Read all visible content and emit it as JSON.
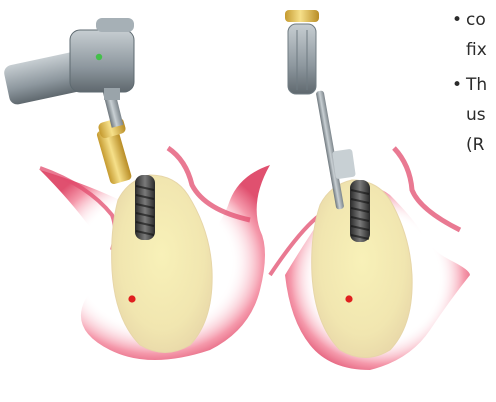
{
  "bullets": [
    {
      "lines": [
        "co",
        "fix"
      ]
    },
    {
      "lines": [
        "Th",
        "us",
        "(R"
      ]
    }
  ],
  "colors": {
    "gum": "#e04a6a",
    "bone": "#f4efc3",
    "implant": "#3c3c3c",
    "gold": "#e3c15a",
    "handpiece": "#8f9aa1",
    "indicator_green": "#44c04a",
    "indicator_red": "#e01f1f"
  }
}
